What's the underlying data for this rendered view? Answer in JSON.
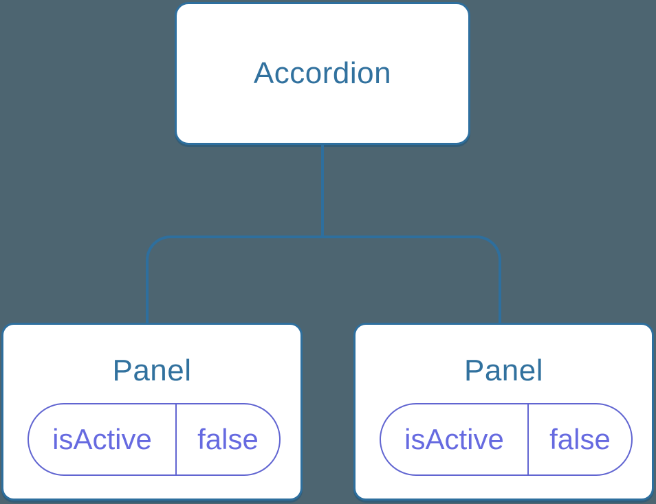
{
  "tree": {
    "root": {
      "label": "Accordion"
    },
    "children": [
      {
        "label": "Panel",
        "state": {
          "key": "isActive",
          "value": "false"
        }
      },
      {
        "label": "Panel",
        "state": {
          "key": "isActive",
          "value": "false"
        }
      }
    ]
  },
  "colors": {
    "background": "#4d6571",
    "node_fill": "#ffffff",
    "node_border": "#2e6f9e",
    "node_label_text": "#31719e",
    "connector": "#2e6f9e",
    "state_pill_border": "#6165d1",
    "state_pill_text": "#666ae0"
  }
}
